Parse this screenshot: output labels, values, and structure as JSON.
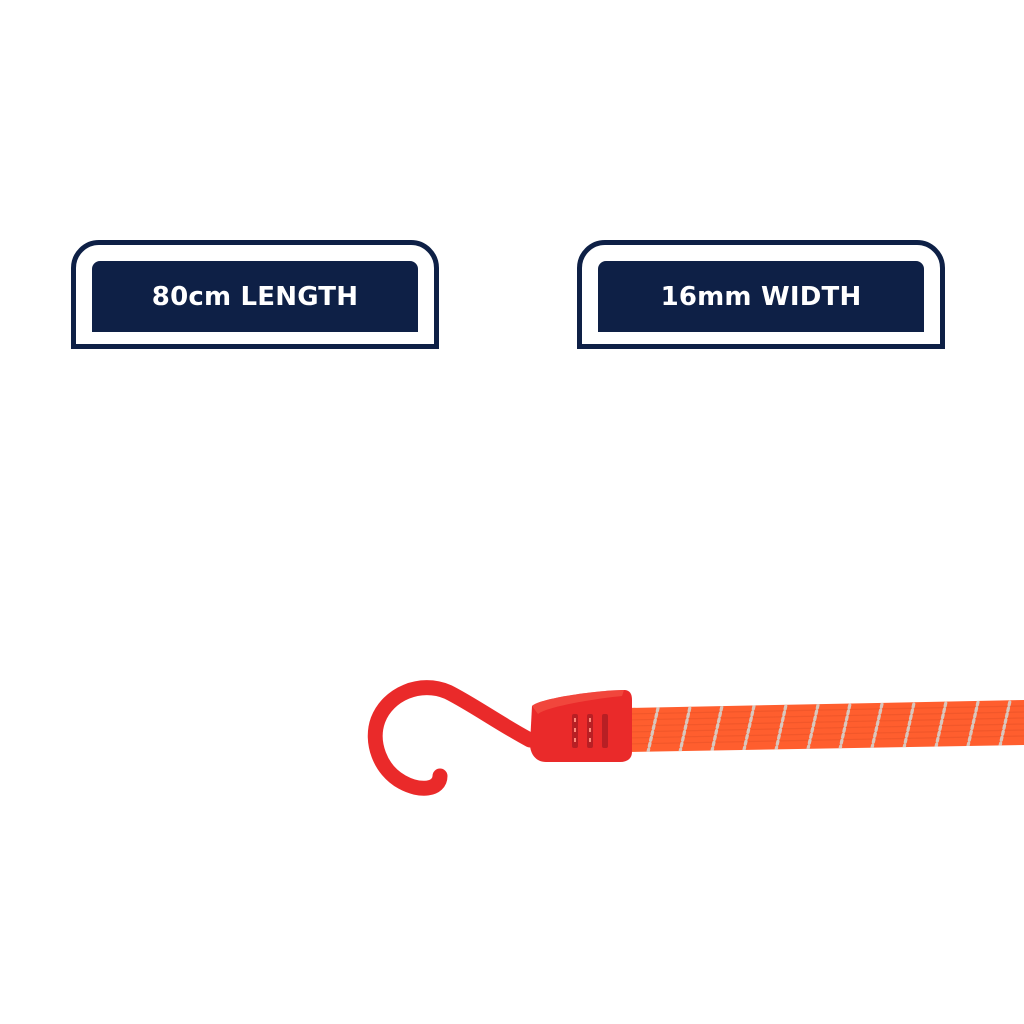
{
  "badges": {
    "length_label": "80cm LENGTH",
    "width_label": "16mm WIDTH"
  },
  "colors": {
    "badge_navy": "#0e2046",
    "strap_orange": "#ff5e2e",
    "hook_red": "#ea2a2a",
    "stripe_grey": "#d9c7bd"
  },
  "product": {
    "image_subject": "orange-flat-bungee-strap-with-red-hook"
  }
}
